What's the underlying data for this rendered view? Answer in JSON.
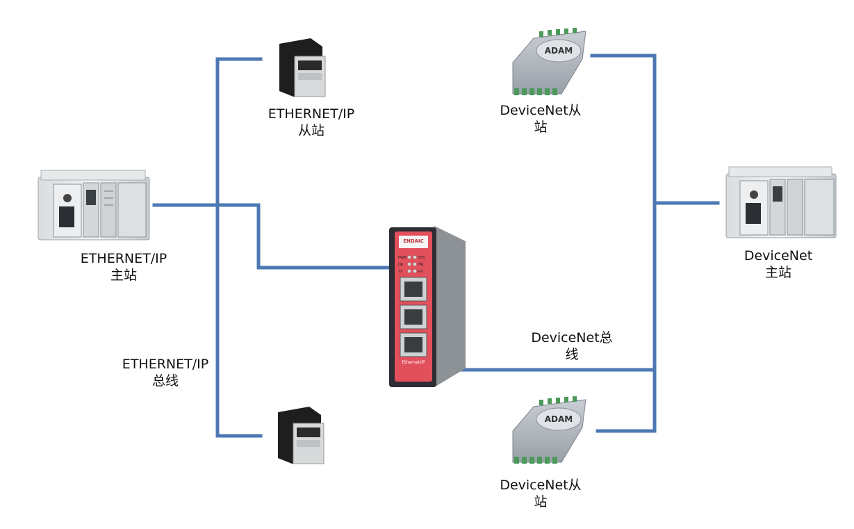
{
  "colors": {
    "bus_line": "#4d78b3",
    "gateway_body": "#e2505c",
    "gateway_frame": "#2d2d33",
    "device_gray": "#bfc4c8"
  },
  "labels": {
    "eip_master": [
      "ETHERNET/IP",
      "主站"
    ],
    "eip_slave_top": [
      "ETHERNET/IP",
      "从站"
    ],
    "eip_bus": [
      "ETHERNET/IP",
      "总线"
    ],
    "dn_slave_top": [
      "DeviceNet从",
      "站"
    ],
    "dn_slave_bottom": [
      "DeviceNet从",
      "站"
    ],
    "dn_master": [
      "DeviceNet",
      "主站"
    ],
    "dn_bus": [
      "DeviceNet总",
      "线"
    ]
  },
  "gateway": {
    "brand": "ENDAIC",
    "led_labels": [
      "PWR",
      "SYS",
      "OK",
      "FAL",
      "TX",
      "RX"
    ],
    "port_label": "Ethernet/IP"
  },
  "module_brand": "ADAM"
}
